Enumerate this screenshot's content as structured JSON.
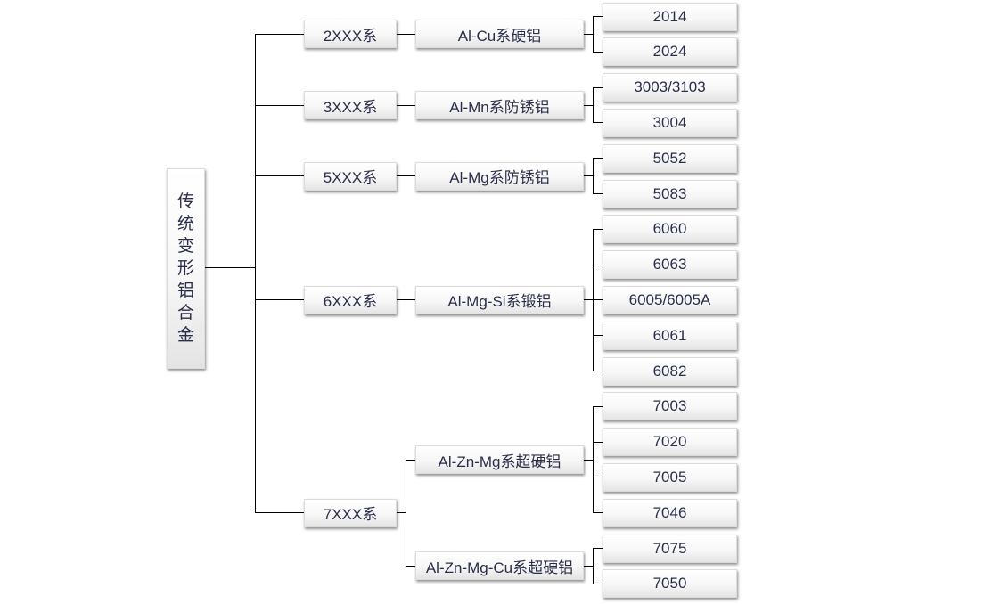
{
  "root": {
    "label": "传统变形铝合金",
    "chars": [
      "传",
      "统",
      "变",
      "形",
      "铝",
      "合",
      "金"
    ]
  },
  "series": [
    {
      "name": "2XXX系",
      "groups": [
        {
          "name": "Al-Cu系硬铝",
          "grades": [
            "2014",
            "2024"
          ]
        }
      ]
    },
    {
      "name": "3XXX系",
      "groups": [
        {
          "name": "Al-Mn系防锈铝",
          "grades": [
            "3003/3103",
            "3004"
          ]
        }
      ]
    },
    {
      "name": "5XXX系",
      "groups": [
        {
          "name": "Al-Mg系防锈铝",
          "grades": [
            "5052",
            "5083"
          ]
        }
      ]
    },
    {
      "name": "6XXX系",
      "groups": [
        {
          "name": "Al-Mg-Si系锻铝",
          "grades": [
            "6060",
            "6063",
            "6005/6005A",
            "6061",
            "6082"
          ]
        }
      ]
    },
    {
      "name": "7XXX系",
      "groups": [
        {
          "name": "Al-Zn-Mg系超硬铝",
          "grades": [
            "7003",
            "7020",
            "7005",
            "7046"
          ]
        },
        {
          "name": "Al-Zn-Mg-Cu系超硬铝",
          "grades": [
            "7075",
            "7050"
          ]
        }
      ]
    }
  ],
  "colors": {
    "box_text": "#2a2e4a",
    "connector": "#000000",
    "box_fill": "#f5f5f5"
  }
}
